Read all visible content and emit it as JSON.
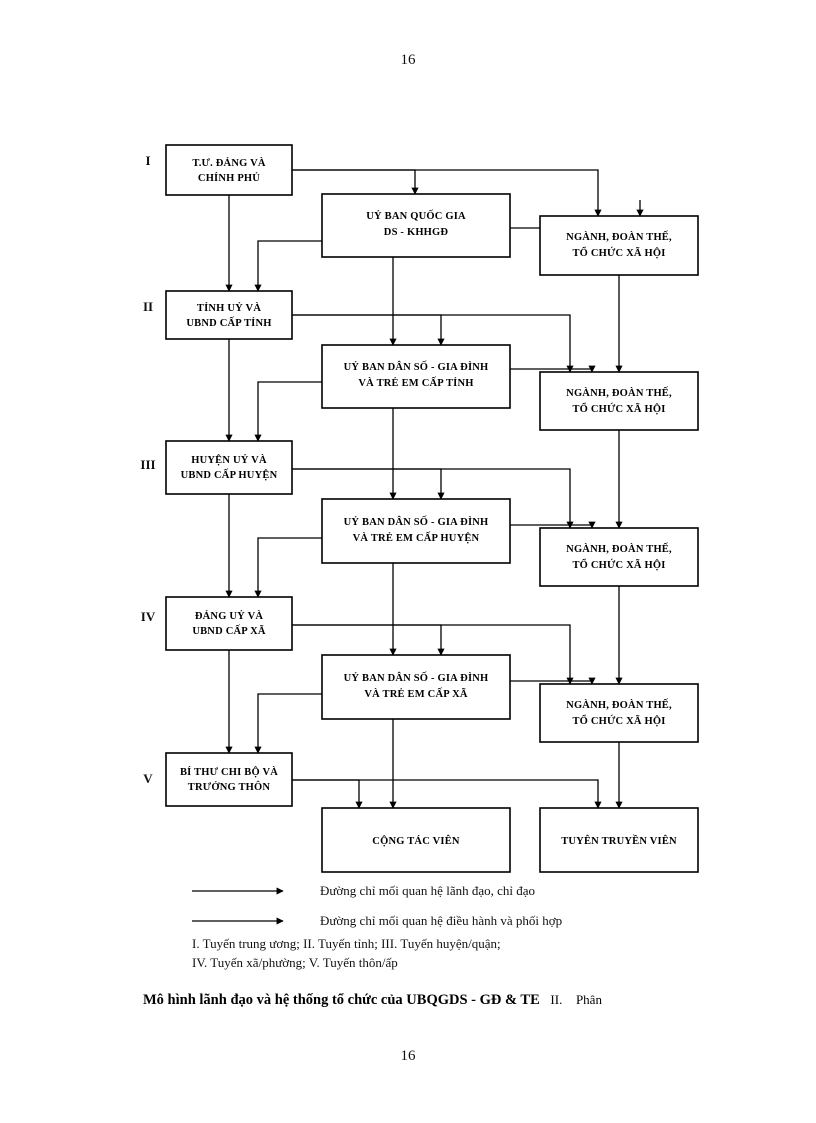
{
  "document": {
    "page_number_top": "16",
    "page_number_bottom": "16"
  },
  "diagram": {
    "title": "Mô hình lãnh đạo và hệ thống tổ chức của UBQGDS - GĐ & TE",
    "title_suffix": "II.",
    "title_tail": "Phân",
    "levels": [
      {
        "numeral": "I",
        "label": "T.Ư. ĐẢNG VÀ CHÍNH PHỦ"
      },
      {
        "numeral": "II",
        "label": "TỈNH UỶ VÀ UBND CẤP TỈNH"
      },
      {
        "numeral": "III",
        "label": "HUYỆN UỶ VÀ UBND CẤP HUYỆN"
      },
      {
        "numeral": "IV",
        "label": "ĐẢNG UỶ VÀ UBND CẤP XÃ"
      },
      {
        "numeral": "V",
        "label": "BÍ THƯ CHI BỘ VÀ TRƯỞNG THÔN"
      }
    ],
    "nodes": {
      "party_central": {
        "line1": "T.Ư. ĐẢNG VÀ",
        "line2": "CHÍNH PHỦ"
      },
      "national_cmte": {
        "line1": "UỶ BAN QUỐC GIA",
        "line2": "DS - KHHGĐ"
      },
      "province_party": {
        "line1": "TỈNH UỶ VÀ",
        "line2": "UBND CẤP TỈNH"
      },
      "province_cmte": {
        "line1": "UỶ BAN DÂN SỐ - GIA ĐÌNH",
        "line2": "VÀ TRẺ EM CẤP TỈNH"
      },
      "district_party": {
        "line1": "HUYỆN UỶ VÀ",
        "line2": "UBND CẤP HUYỆN"
      },
      "district_cmte": {
        "line1": "UỶ BAN DÂN SỐ - GIA ĐÌNH",
        "line2": "VÀ TRẺ EM CẤP HUYỆN"
      },
      "commune_party": {
        "line1": "ĐẢNG UỶ VÀ",
        "line2": "UBND CẤP XÃ"
      },
      "commune_cmte": {
        "line1": "UỶ BAN DÂN SỐ - GIA ĐÌNH",
        "line2": "VÀ TRẺ EM CẤP XÃ"
      },
      "village_party": {
        "line1": "BÍ THƯ CHI BỘ VÀ",
        "line2": "TRƯỞNG THÔN"
      },
      "sectors_1": {
        "line1": "NGÀNH, ĐOÀN THẾ,",
        "line2": "TỔ CHỨC XÃ HỘI"
      },
      "sectors_2": {
        "line1": "NGÀNH, ĐOÀN THẾ,",
        "line2": "TỔ CHỨC XÃ HỘI"
      },
      "sectors_3": {
        "line1": "NGÀNH, ĐOÀN THẾ,",
        "line2": "TỔ CHỨC XÃ HỘI"
      },
      "sectors_4": {
        "line1": "NGÀNH, ĐOÀN THẾ,",
        "line2": "TỔ CHỨC XÃ HỘI"
      },
      "collaborator": {
        "line1": "CỘNG TÁC VIÊN",
        "line2": ""
      },
      "propagandist": {
        "line1": "TUYÊN TRUYỀN VIÊN",
        "line2": ""
      }
    },
    "legend": [
      {
        "key": "leadership",
        "text": "Đường chỉ mối quan hệ lãnh đạo, chỉ đạo"
      },
      {
        "key": "coordination",
        "text": "Đường chỉ mối quan hệ điều hành và phối hợp"
      }
    ],
    "notes": [
      "I. Tuyến trung ương; II. Tuyến tỉnh; III. Tuyến huyện/quận;",
      "IV. Tuyến xã/phường; V. Tuyến thôn/ấp"
    ],
    "colors": {
      "stroke": "#000000",
      "fill": "#ffffff",
      "text": "#000000"
    }
  }
}
